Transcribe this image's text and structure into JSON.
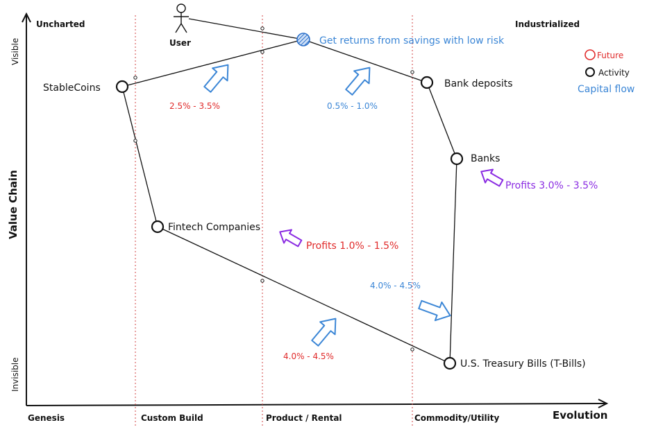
{
  "axes": {
    "y_label": "Value Chain",
    "x_label": "Evolution",
    "y_top": "Visible",
    "y_bottom": "Invisible",
    "top_left": "Uncharted",
    "top_right": "Industrialized",
    "stages": [
      "Genesis",
      "Custom Build",
      "Product / Rental",
      "Commodity/Utility"
    ]
  },
  "user": {
    "label": "User"
  },
  "need": {
    "label": "Get returns from savings with low risk"
  },
  "components": {
    "stablecoins": "StableCoins",
    "bank_deposits": "Bank deposits",
    "banks": "Banks",
    "fintech": "Fintech Companies",
    "tbills": "U.S. Treasury Bills (T-Bills)"
  },
  "rates": {
    "stablecoin_yield": "2.5% - 3.5%",
    "deposit_yield": "0.5% - 1.0%",
    "bank_profits": "Profits 3.0% - 3.5%",
    "fintech_profits": "Profits 1.0% - 1.5%",
    "tbill_to_banks": "4.0% - 4.5%",
    "tbill_to_fintech": "4.0% - 4.5%"
  },
  "legend": {
    "future": "Future",
    "activity": "Activity",
    "capital_flow": "Capital flow"
  },
  "colors": {
    "blue": "#3b86d6",
    "red": "#e02a2a",
    "purple": "#8a2be2",
    "stage_line": "#d04040",
    "ink": "#111111"
  }
}
